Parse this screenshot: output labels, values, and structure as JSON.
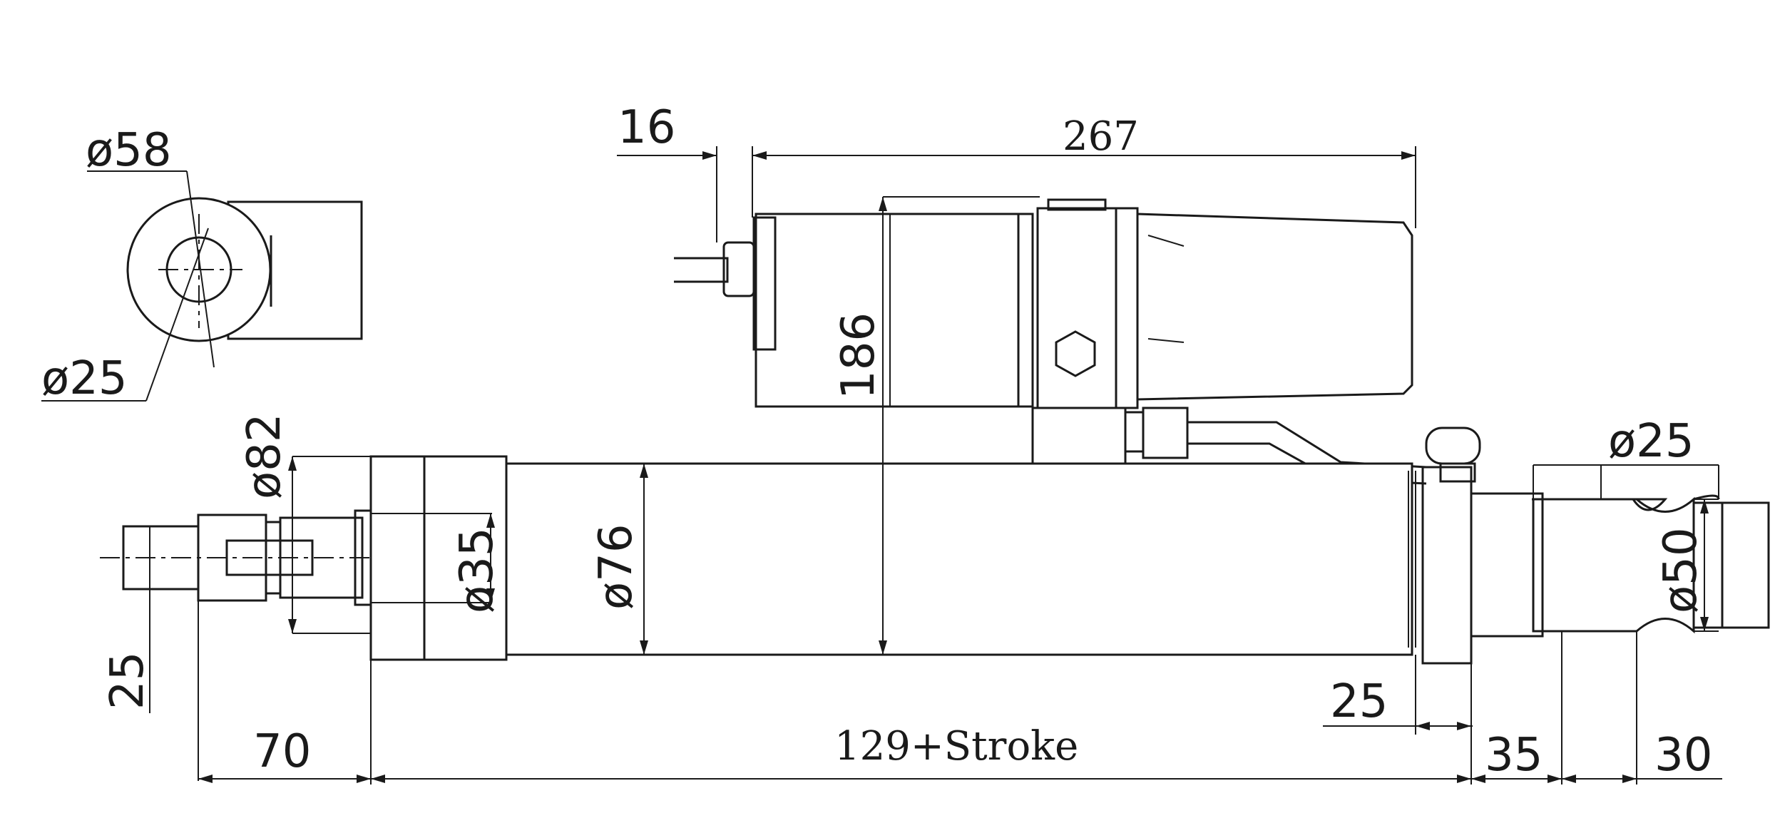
{
  "dimensions": {
    "d58": "ø58",
    "d25_end": "ø25",
    "len_16": "16",
    "len_267": "267",
    "h_186": "186",
    "d82": "ø82",
    "d35": "ø35",
    "d76": "ø76",
    "d25_right": "ø25",
    "d50": "ø50",
    "len_25_left": "25",
    "len_25_bottom": "25",
    "len_70": "70",
    "stroke_label": "129+Stroke",
    "len_35": "35",
    "len_30": "30"
  }
}
